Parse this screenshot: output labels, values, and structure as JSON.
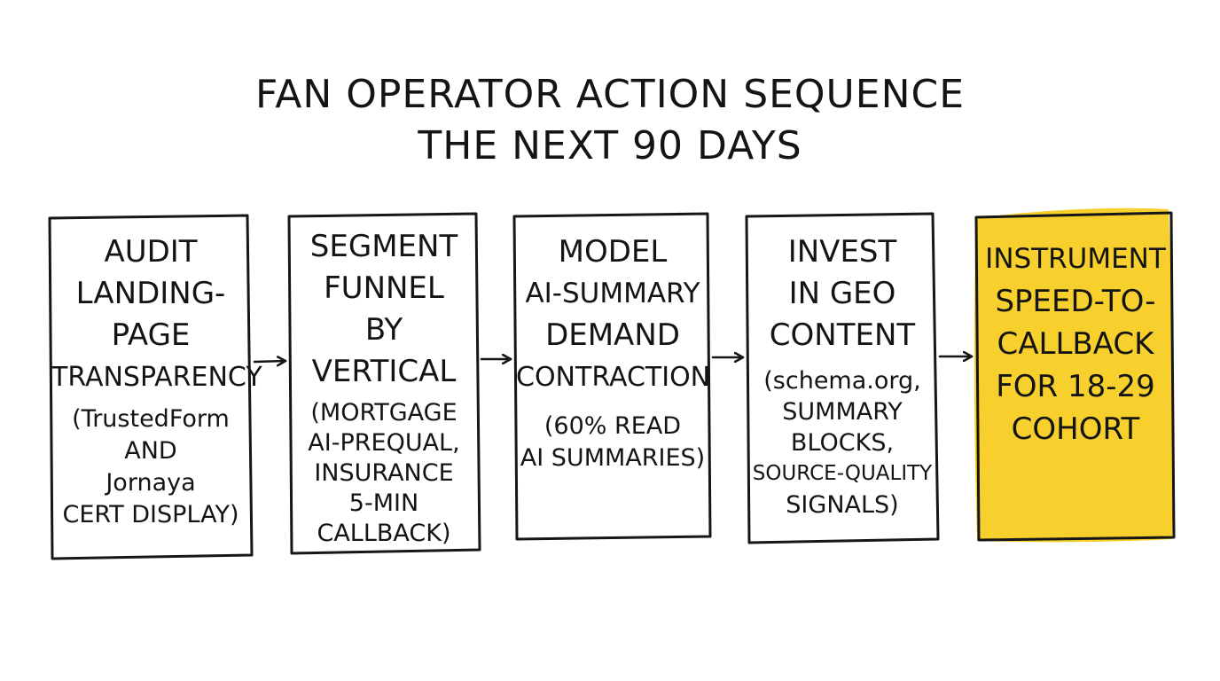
{
  "title": {
    "lines": [
      "FAN OPERATOR ACTION SEQUENCE",
      "THE NEXT 90 DAYS"
    ]
  },
  "colors": {
    "ink": "#161616",
    "highlight": "#f7d02e",
    "background": "#ffffff"
  },
  "steps": [
    {
      "title_lines": [
        "AUDIT",
        "LANDING-",
        "PAGE",
        "TRANSPARENCY"
      ],
      "note_lines": [
        "(TrustedForm",
        "AND",
        "Jornaya",
        "CERT DISPLAY)"
      ],
      "highlighted": false
    },
    {
      "title_lines": [
        "SEGMENT",
        "FUNNEL",
        "BY",
        "VERTICAL"
      ],
      "note_lines": [
        "(MORTGAGE",
        "AI-PREQUAL,",
        "INSURANCE",
        "5-MIN",
        "CALLBACK)"
      ],
      "highlighted": false
    },
    {
      "title_lines": [
        "MODEL",
        "AI-SUMMARY",
        "DEMAND",
        "CONTRACTION"
      ],
      "note_lines": [
        "(60% READ",
        "AI SUMMARIES)"
      ],
      "highlighted": false
    },
    {
      "title_lines": [
        "INVEST",
        "IN GEO",
        "CONTENT"
      ],
      "note_lines": [
        "(schema.org,",
        "SUMMARY",
        "BLOCKS,",
        "SOURCE-QUALITY",
        "SIGNALS)"
      ],
      "highlighted": false
    },
    {
      "title_lines": [
        "INSTRUMENT",
        "SPEED-TO-",
        "CALLBACK",
        "FOR 18-29",
        "COHORT"
      ],
      "note_lines": [],
      "highlighted": true
    }
  ]
}
